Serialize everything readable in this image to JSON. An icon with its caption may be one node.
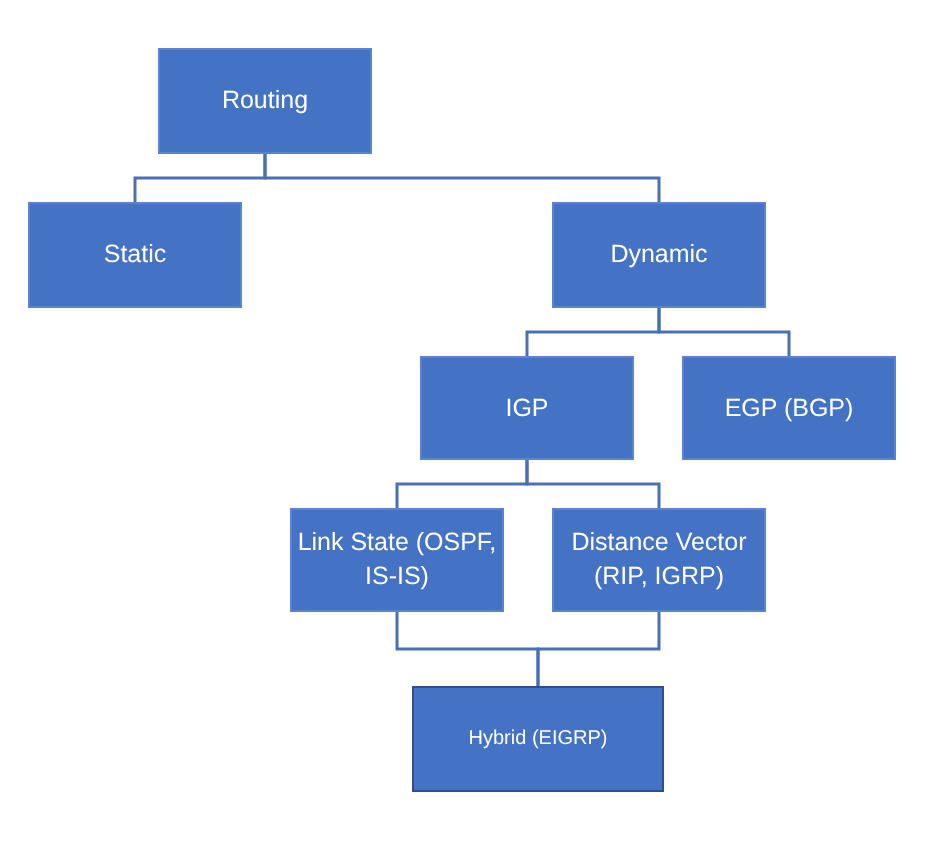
{
  "diagram": {
    "nodes": [
      {
        "text": [
          "Routing"
        ]
      },
      {
        "text": [
          "Static"
        ]
      },
      {
        "text": [
          "Dynamic"
        ]
      },
      {
        "text": [
          "IGP"
        ]
      },
      {
        "text": [
          "EGP (BGP)"
        ]
      },
      {
        "text": [
          "Link State (OSPF, IS-IS)"
        ]
      },
      {
        "text": [
          "Distance Vector (RIP, IGRP)"
        ]
      },
      {
        "text": [
          "Hybrid (EIGRP)"
        ]
      }
    ],
    "edges": [
      {
        "from": 0,
        "to": 1,
        "arrow": "none"
      },
      {
        "from": 0,
        "to": 2,
        "arrow": "none"
      },
      {
        "from": 2,
        "to": 3,
        "arrow": "none"
      },
      {
        "from": 2,
        "to": 4,
        "arrow": "none"
      },
      {
        "from": 3,
        "to": 5,
        "arrow": "none"
      },
      {
        "from": 3,
        "to": 6,
        "arrow": "none"
      },
      {
        "from": 5,
        "to": 7,
        "arrow": "none"
      },
      {
        "from": 6,
        "to": 7,
        "arrow": "none"
      }
    ]
  }
}
